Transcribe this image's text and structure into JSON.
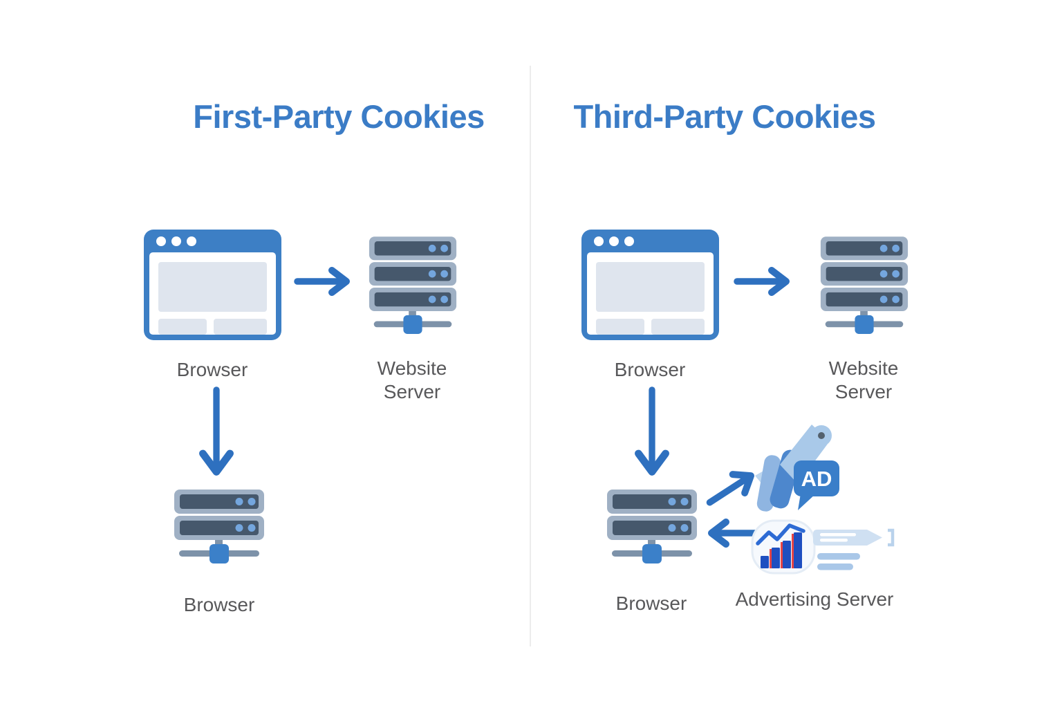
{
  "left_panel": {
    "title": "First-Party Cookies",
    "top_browser_label": "Browser",
    "website_server_label": "Website Server",
    "bottom_browser_label": "Browser"
  },
  "right_panel": {
    "title": "Third-Party Cookies",
    "top_browser_label": "Browser",
    "website_server_label": "Website Server",
    "bottom_browser_label": "Browser",
    "advertising_server_label": "Advertising Server",
    "ad_badge": "AD"
  },
  "colors": {
    "title_blue": "#3b7cc6",
    "arrow_blue": "#2e70bf",
    "label_gray": "#58585a",
    "browser_frame_blue": "#3d7fc5",
    "browser_content_gray": "#dfe5ee",
    "server_body": "#9fb0c4",
    "server_panel": "#46586c",
    "server_dot": "#74a6de",
    "server_connector_blue": "#3b80c9",
    "ad_bubble_blue": "#3a7ec9",
    "megaphone_light_blue": "#a9c9e9",
    "divider_gray": "#ececec"
  }
}
